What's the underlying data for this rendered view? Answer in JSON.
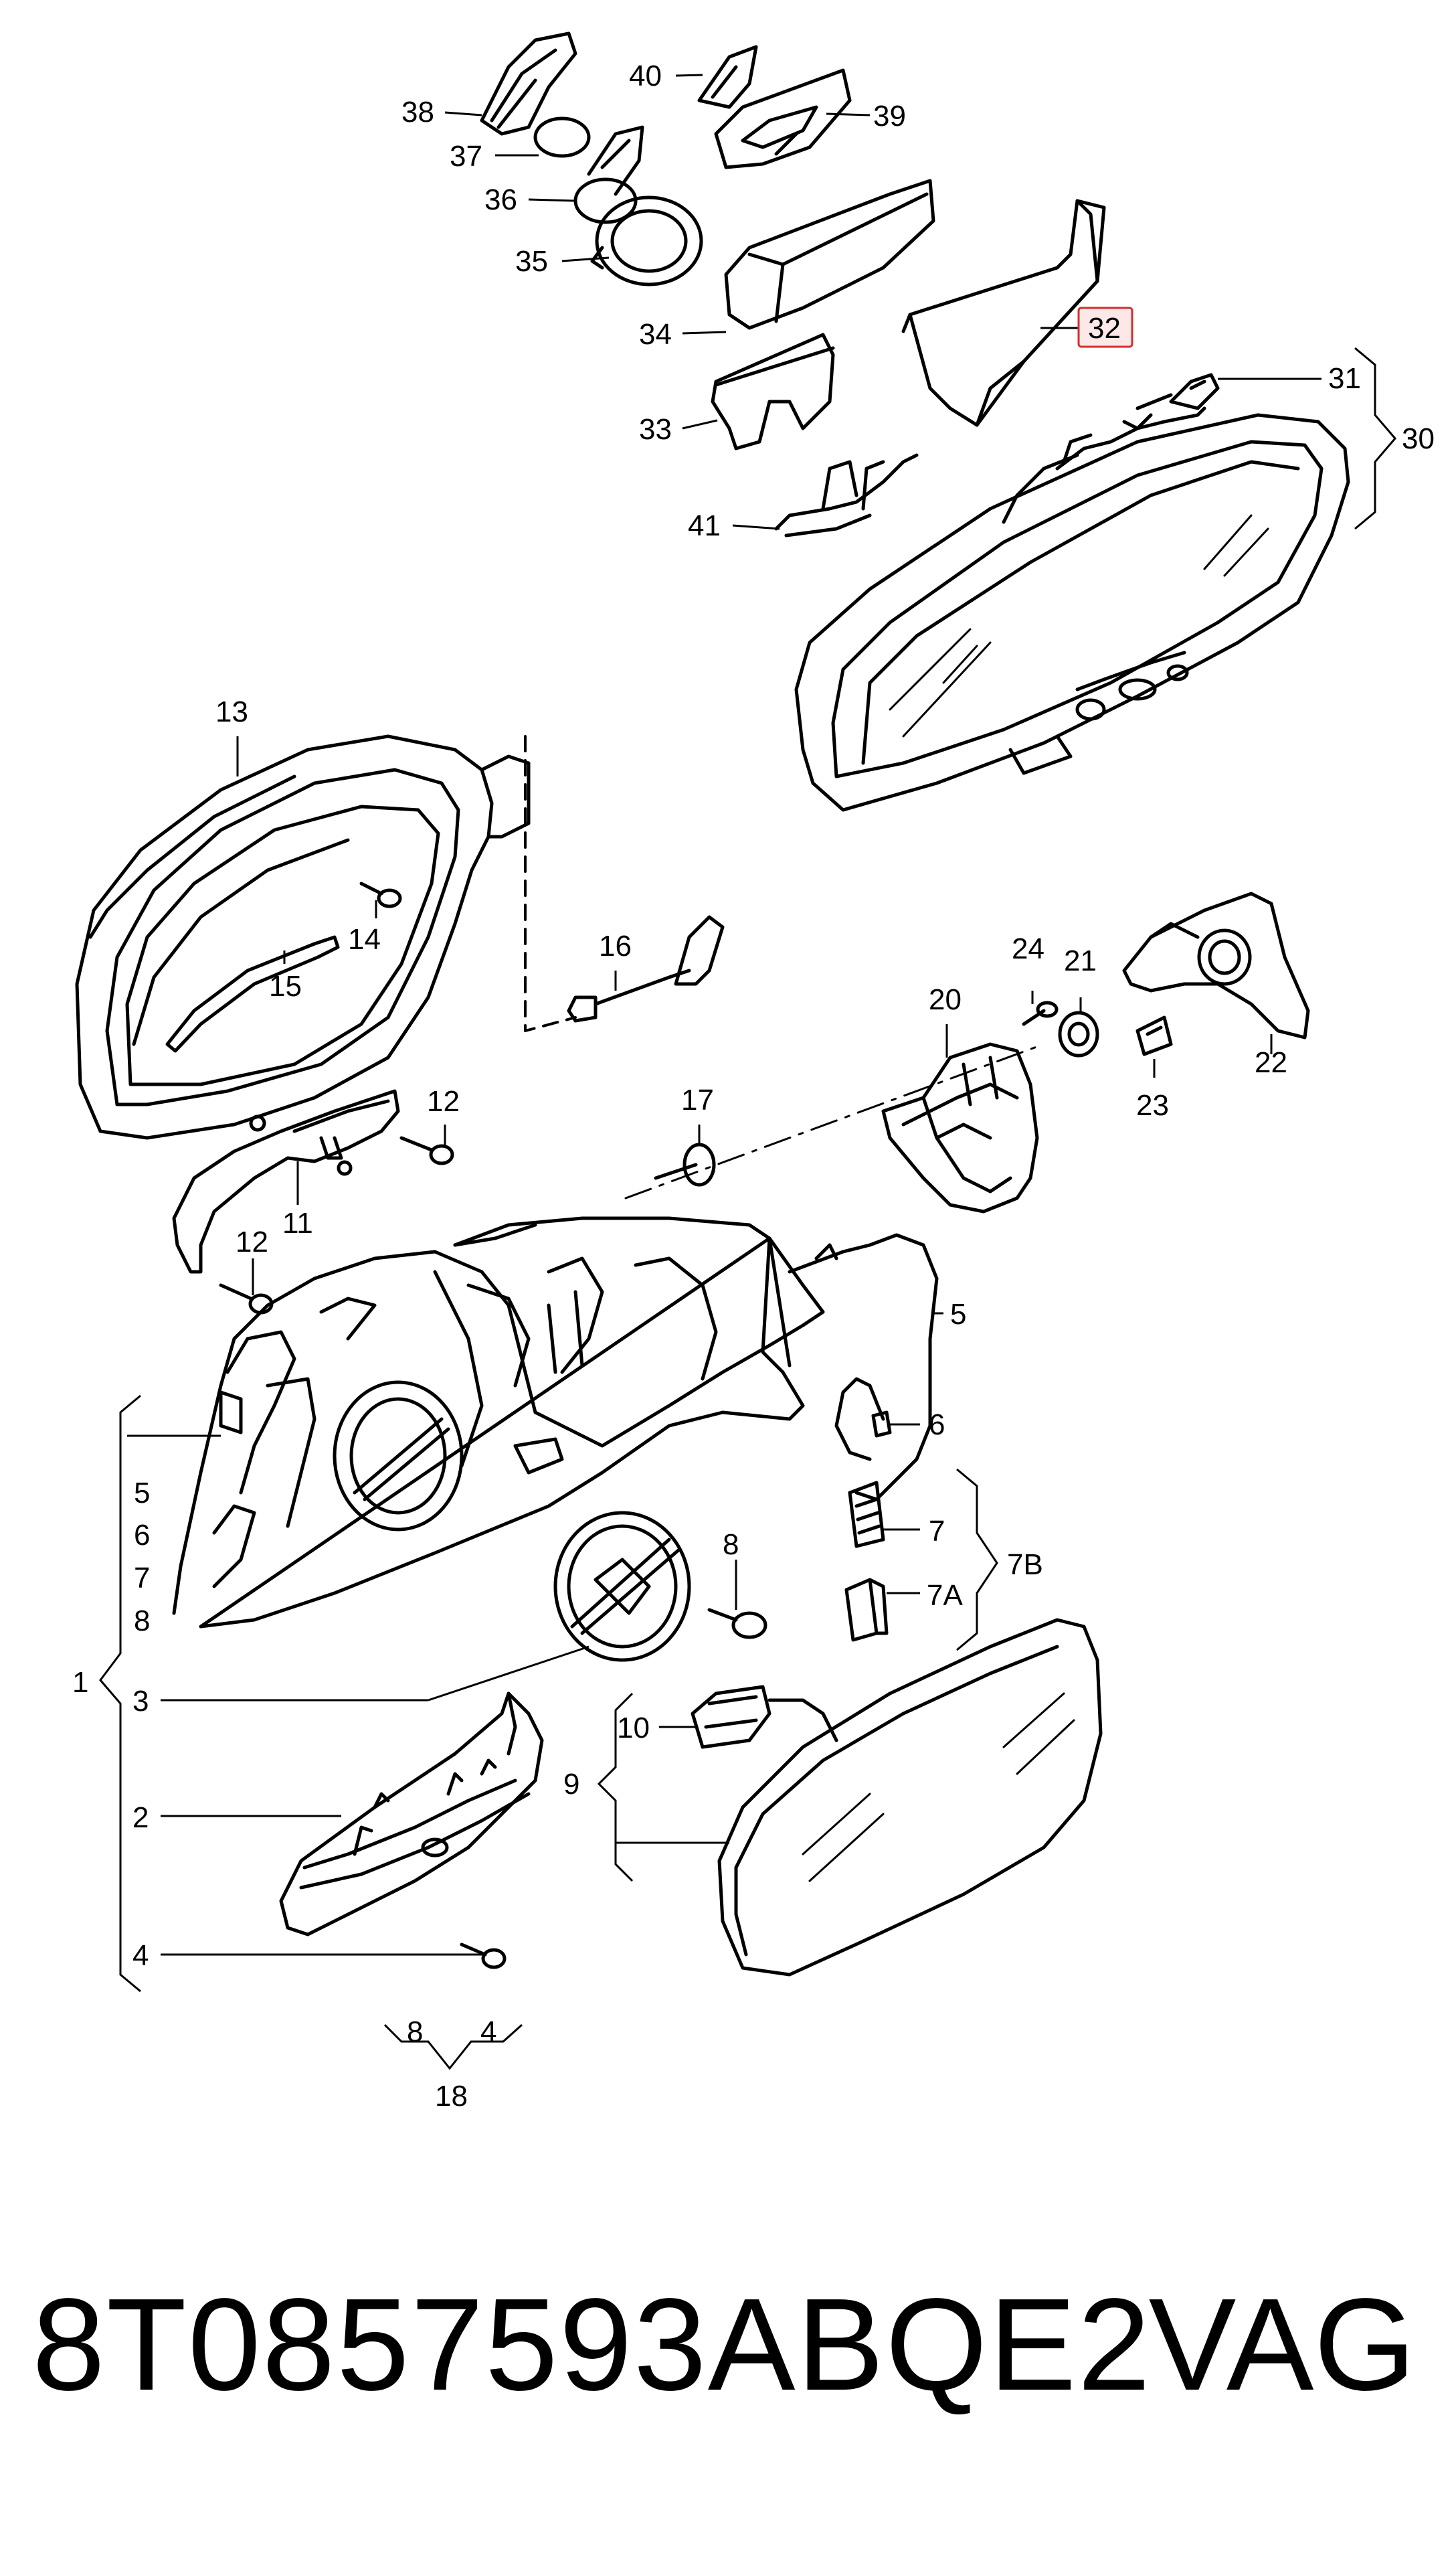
{
  "part_number": "8T0857593ABQE2",
  "brand": "VAG",
  "labels": {
    "l38": "38",
    "l37": "37",
    "l36": "36",
    "l35": "35",
    "l40": "40",
    "l39": "39",
    "l34": "34",
    "l33": "33",
    "l32": "32",
    "l31": "31",
    "l30": "30",
    "l41": "41",
    "l13": "13",
    "l14": "14",
    "l15": "15",
    "l16": "16",
    "l12a": "12",
    "l11": "11",
    "l12b": "12",
    "l17": "17",
    "l20": "20",
    "l24": "24",
    "l21": "21",
    "l22": "22",
    "l23": "23",
    "l5a": "5",
    "l6a": "6",
    "l7": "7",
    "l7b": "7B",
    "l7a": "7A",
    "l5b": "5",
    "l6b": "6",
    "l7c": "7",
    "l8a": "8",
    "l1": "1",
    "l8b": "8",
    "l3": "3",
    "l10": "10",
    "l9": "9",
    "l2": "2",
    "l4a": "4",
    "l8c": "8",
    "l4b": "4",
    "l18": "18"
  },
  "highlighted_label": "32"
}
